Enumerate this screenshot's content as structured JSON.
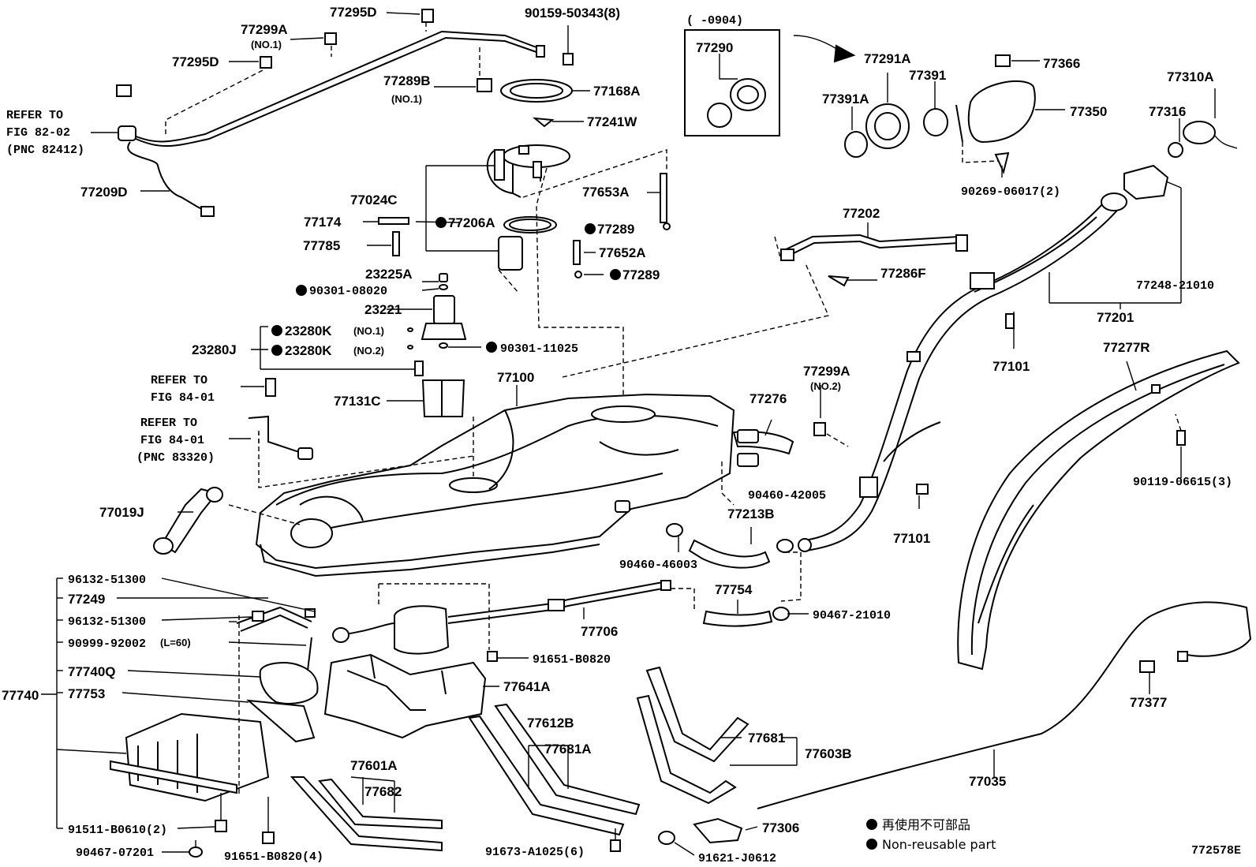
{
  "labels": {
    "l77295D_top": "77295D",
    "l90159": "90159-50343(8)",
    "l77299A": "77299A",
    "l77299A_sub": "(NO.1)",
    "l77295D": "77295D",
    "l77289B": "77289B",
    "l77289B_sub": "(NO.1)",
    "l77168A": "77168A",
    "l77241W": "77241W",
    "l77209D": "77209D",
    "l77024C": "77024C",
    "l77653A": "77653A",
    "l77174": "77174",
    "l77206A": "77206A",
    "l77289_a": "77289",
    "l77785": "77785",
    "l77652A": "77652A",
    "l77289_b": "77289",
    "l23225A": "23225A",
    "l90301_08020": "90301-08020",
    "l23221": "23221",
    "l23280K_1": "23280K",
    "l23280K_1sub": "(NO.1)",
    "l23280J": "23280J",
    "l23280K_2": "23280K",
    "l23280K_2sub": "(NO.2)",
    "l90301_11025": "90301-11025",
    "l77131C": "77131C",
    "l77100": "77100",
    "l77019J": "77019J",
    "l77290_range": "(      -0904)",
    "l77290": "77290",
    "l77291A": "77291A",
    "l77366": "77366",
    "l77391A": "77391A",
    "l77391": "77391",
    "l77350": "77350",
    "l77310A": "77310A",
    "l77316": "77316",
    "l90269": "90269-06017(2)",
    "l77202": "77202",
    "l77286F": "77286F",
    "l77248": "77248-21010",
    "l77201": "77201",
    "l77101_a": "77101",
    "l77277R": "77277R",
    "l77299A_2": "77299A",
    "l77299A_2sub": "(NO.2)",
    "l77276": "77276",
    "l90460_42005": "90460-42005",
    "l77213B": "77213B",
    "l77101_b": "77101",
    "l90119": "90119-06615(3)",
    "l90460_46003": "90460-46003",
    "l96132_a": "96132-51300",
    "l77249": "77249",
    "l96132_b": "96132-51300",
    "l90999": "90999-92002",
    "l90999_sub": "(L=60)",
    "l77740Q": "77740Q",
    "l77753": "77753",
    "l77740": "77740",
    "l77754": "77754",
    "l90467_21010": "90467-21010",
    "l77706": "77706",
    "l91651_B0820": "91651-B0820",
    "l77641A": "77641A",
    "l77612B": "77612B",
    "l77681A": "77681A",
    "l77681": "77681",
    "l77603B": "77603B",
    "l77377": "77377",
    "l77601A": "77601A",
    "l77682": "77682",
    "l77035": "77035",
    "l91511": "91511-B0610(2)",
    "l90467_07201": "90467-07201",
    "l91651_4": "91651-B0820(4)",
    "l91673": "91673-A1025(6)",
    "l77306": "77306",
    "l91621": "91621-J0612",
    "code": "772578E"
  },
  "refs": {
    "r1_a": "REFER TO",
    "r1_b": "FIG 82-02",
    "r1_c": "(PNC 82412)",
    "r2_a": "REFER TO",
    "r2_b": "FIG 84-01",
    "r3_a": "REFER TO",
    "r3_b": "FIG 84-01",
    "r3_c": "(PNC 83320)"
  },
  "legend": {
    "jp": "再使用不可部品",
    "en": "Non-reusable part"
  }
}
